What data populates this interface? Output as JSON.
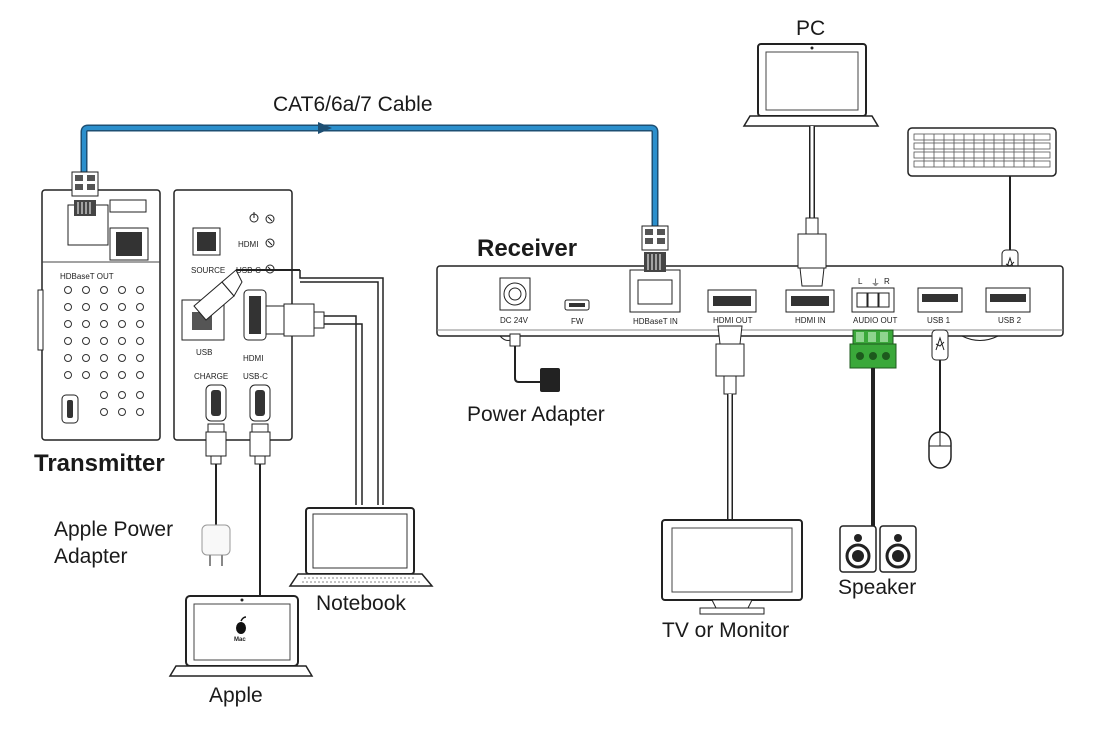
{
  "labels": {
    "cable": "CAT6/6a/7 Cable",
    "pc": "PC",
    "receiver": "Receiver",
    "transmitter": "Transmitter",
    "power_adapter": "Power Adapter",
    "apple_power_adapter": "Apple Power Adapter",
    "notebook": "Notebook",
    "apple": "Apple",
    "tv_monitor": "TV or Monitor",
    "speaker": "Speaker"
  },
  "transmitter_ports": {
    "hdbaset_out": "HDBaseT OUT",
    "source": "SOURCE",
    "hdmi_led": "HDMI",
    "usbc_led": "USB-C",
    "usb": "USB",
    "hdmi": "HDMI",
    "charge": "CHARGE",
    "usbc": "USB-C"
  },
  "receiver_ports": {
    "dc": "DC 24V",
    "fw": "FW",
    "hdbaset_in": "HDBaseT IN",
    "hdmi_out": "HDMI OUT",
    "hdmi_in": "HDMI IN",
    "audio_out": "AUDIO OUT",
    "audio_l": "L",
    "audio_r": "R",
    "usb1": "USB 1",
    "usb2": "USB 2"
  },
  "apple_screen": {
    "logo": "",
    "text": "Mac"
  },
  "colors": {
    "cable": "#2b8fcc",
    "terminal": "#3aa83a",
    "line": "#333333"
  }
}
